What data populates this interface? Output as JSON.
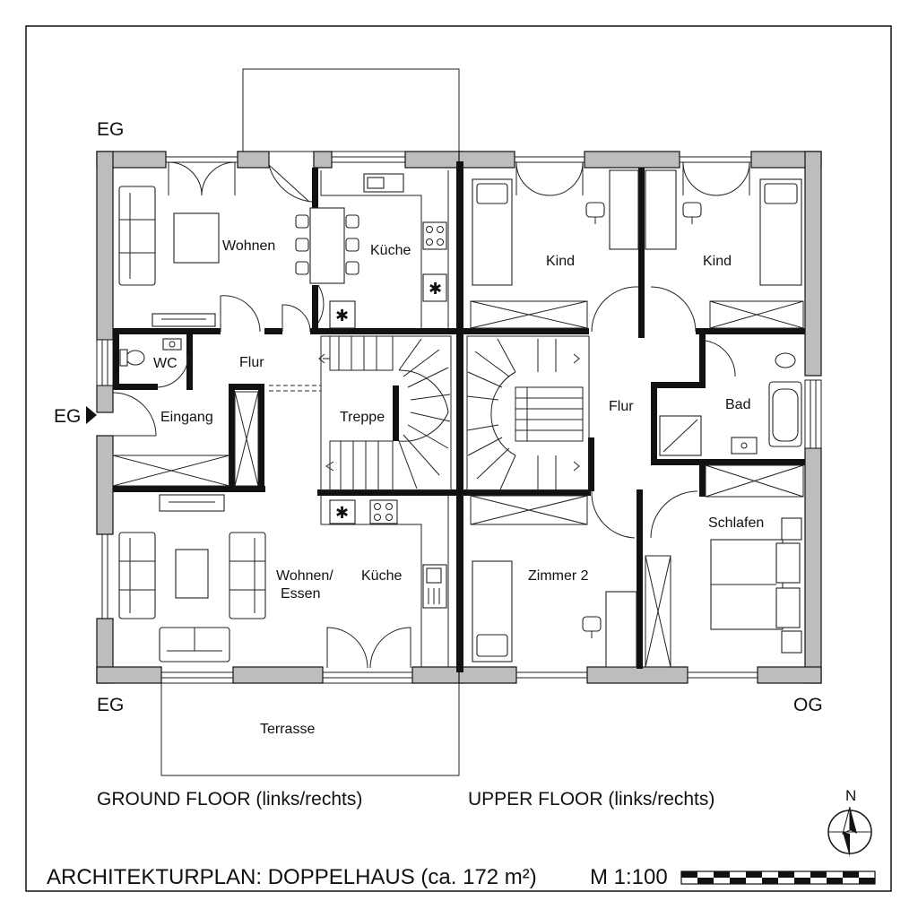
{
  "labels": {
    "eg_top": "EG",
    "eg_entrance": "EG",
    "eg_bottom": "EG",
    "og": "OG",
    "north": "N",
    "ground_floor": "GROUND FLOOR (links/rechts)",
    "upper_floor": "UPPER FLOOR (links/rechts)",
    "title": "ARCHITEKTURPLAN: DOPPELHAUS (ca. 172 m²)",
    "scale": "M 1:100"
  },
  "rooms": {
    "wohnen": "Wohnen",
    "kueche_top": "Küche",
    "wc": "WC",
    "flur_left": "Flur",
    "eingang": "Eingang",
    "treppe": "Treppe",
    "wohnen_essen_1": "Wohnen/",
    "wohnen_essen_2": "Essen",
    "kueche_bottom": "Küche",
    "terrasse": "Terrasse",
    "kind_left": "Kind",
    "kind_right": "Kind",
    "flur_right": "Flur",
    "bad": "Bad",
    "schlafen": "Schlafen",
    "zimmer2": "Zimmer 2"
  },
  "colors": {
    "wall_fill": "#bdbdbd",
    "line": "#111111"
  }
}
